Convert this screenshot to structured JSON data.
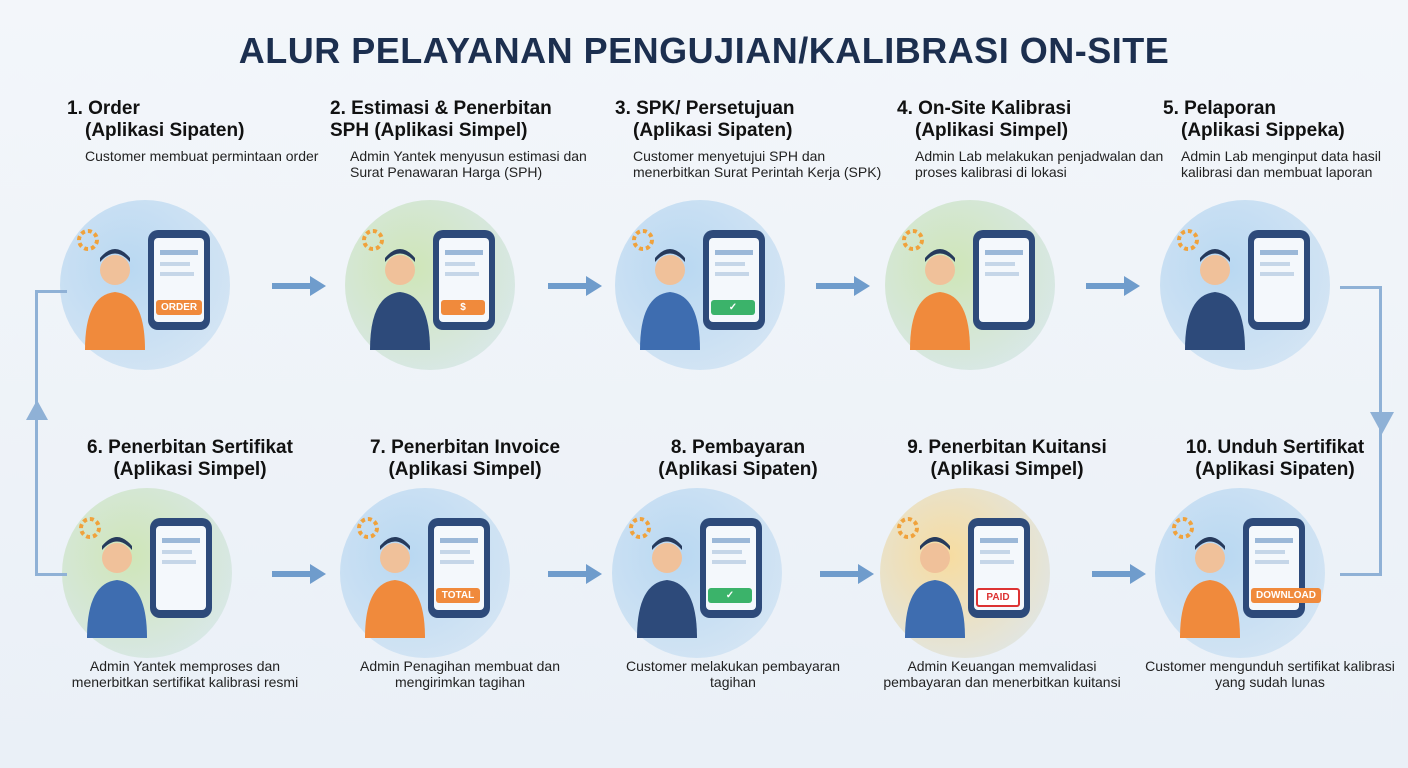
{
  "title": "ALUR PELAYANAN PENGUJIAN/KALIBRASI ON-SITE",
  "steps": [
    {
      "title1": "1. Order",
      "title2": "(Aplikasi Sipaten)",
      "desc": "Customer membuat permintaan order",
      "tag": "ORDER",
      "color": "#b9d8f2"
    },
    {
      "title1": "2. Estimasi & Penerbitan",
      "title2": "SPH (Aplikasi Simpel)",
      "desc": "Admin Yantek menyusun estimasi dan Surat Penawaran Harga (SPH)",
      "tag": "$",
      "color": "#cfe6b8"
    },
    {
      "title1": "3. SPK/ Persetujuan",
      "title2": "(Aplikasi Sipaten)",
      "desc": "Customer menyetujui SPH dan menerbitkan Surat Perintah Kerja (SPK)",
      "tag": "✓",
      "color": "#b9d8f2"
    },
    {
      "title1": "4. On-Site Kalibrasi",
      "title2": "(Aplikasi Simpel)",
      "desc": "Admin Lab melakukan penjadwalan dan proses kalibrasi di lokasi",
      "tag": "",
      "color": "#cfe6b8"
    },
    {
      "title1": "5. Pelaporan",
      "title2": "(Aplikasi Sippeka)",
      "desc": "Admin Lab menginput data hasil kalibrasi dan membuat laporan",
      "tag": "",
      "color": "#b9d8f2"
    },
    {
      "title1": "6. Penerbitan Sertifikat",
      "title2": "(Aplikasi Simpel)",
      "desc": "Admin Yantek memproses dan menerbitkan sertifikat kalibrasi resmi",
      "tag": "",
      "color": "#cfe6b8"
    },
    {
      "title1": "7. Penerbitan Invoice",
      "title2": "(Aplikasi Simpel)",
      "desc": "Admin Penagihan membuat dan mengirimkan tagihan",
      "tag": "TOTAL",
      "color": "#b9d8f2"
    },
    {
      "title1": "8. Pembayaran",
      "title2": "(Aplikasi Sipaten)",
      "desc": "Customer melakukan pembayaran tagihan",
      "tag": "✓",
      "color": "#b9d8f2"
    },
    {
      "title1": "9. Penerbitan Kuitansi",
      "title2": "(Aplikasi Simpel)",
      "desc": "Admin Keuangan memvalidasi pembayaran dan menerbitkan kuitansi",
      "tag": "PAID",
      "color": "#f7dca0"
    },
    {
      "title1": "10. Unduh Sertifikat",
      "title2": "(Aplikasi Sipaten)",
      "desc": "Customer mengunduh sertifikat kalibrasi yang sudah lunas",
      "tag": "DOWNLOAD",
      "color": "#b9d8f2"
    }
  ]
}
